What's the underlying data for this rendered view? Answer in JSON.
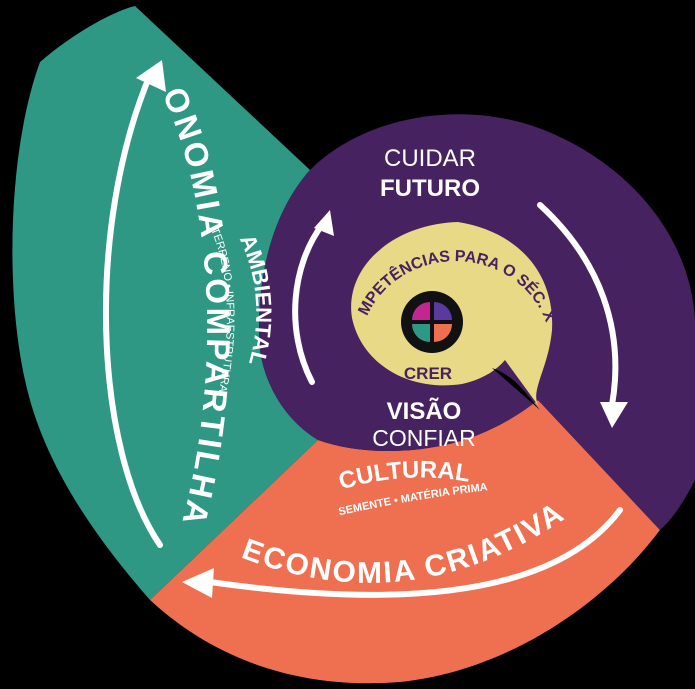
{
  "colors": {
    "background": "#000000",
    "teal": "#2e9884",
    "purple": "#472261",
    "coral": "#ef6f51",
    "yellow": "#e7d985",
    "text_light": "#ffffff",
    "text_dark": "#472261",
    "logo_magenta": "#c3268f",
    "logo_purple": "#5b3aa0",
    "logo_teal": "#2e9884",
    "logo_orange": "#ef6f51"
  },
  "teal_section": {
    "title": "ECONOMIA COMPARTILHADA",
    "subtitle": "AMBIENTAL",
    "items": "TERRENO • INFRAESTRUTURA"
  },
  "purple_section": {
    "top_line1": "CUIDAR",
    "top_line2": "FUTURO",
    "bottom_line1": "VISÃO",
    "bottom_line2": "CONFIAR"
  },
  "yellow_section": {
    "arc_text": "COMPETÊNCIAS PARA O SÉC. XXI",
    "center_label": "CRER"
  },
  "coral_section": {
    "subtitle": "CULTURAL",
    "items": "SEMENTE • MATÉRIA PRIMA",
    "title": "ECONOMIA CRIATIVA"
  },
  "icons": {
    "logo": "four-petal-logo-icon",
    "arrows": "curved-arrow-icon"
  }
}
